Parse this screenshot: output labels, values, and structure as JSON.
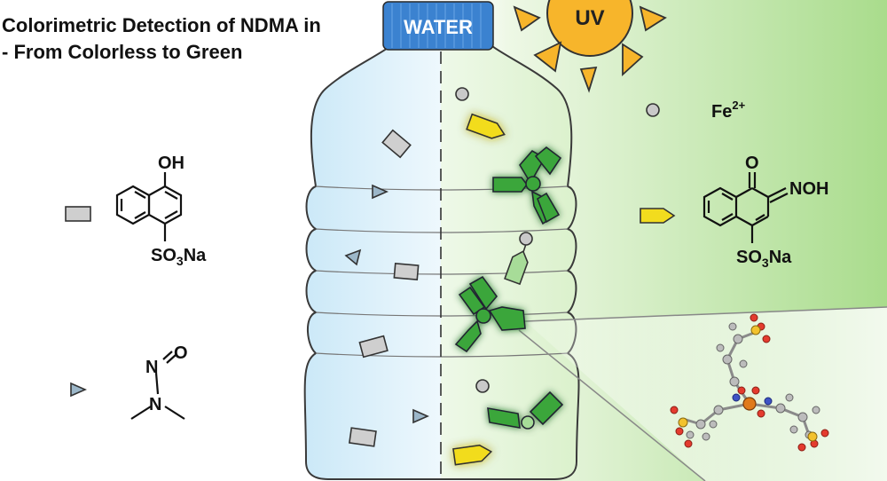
{
  "title": {
    "line1": "Colorimetric Detection of NDMA in",
    "line2": "- From Colorless to Green"
  },
  "bottle_cap_label": "WATER",
  "sun_label": "UV",
  "legend": {
    "iron": {
      "base": "Fe",
      "charge": "2+"
    },
    "naphthol_sulfonate": {
      "oh": "OH",
      "so3": "SO",
      "sub": "3",
      "na": "Na"
    },
    "oxime_product": {
      "o": "O",
      "noh": "NOH",
      "so3": "SO",
      "sub": "3",
      "na": "Na"
    },
    "ndma": {
      "o": "O",
      "n_top": "N",
      "n_bottom": "N"
    }
  },
  "colors": {
    "clear_water": "#d7eef9",
    "green_solution": "#b9e2a4",
    "green_complex": "#3aa63a",
    "yellow_product": "#f2dc1e",
    "gray_particle": "#cfcfcf",
    "ndma_marker": "#9cb7c9",
    "sun": "#f7b52b",
    "cap": "#3b82d0"
  },
  "icons": [
    "sun-icon",
    "bottle-icon",
    "rectangle-marker-icon",
    "triangle-marker-icon",
    "pentagon-arrow-icon",
    "circle-marker-icon",
    "complex-icon",
    "molecule-3d-icon"
  ]
}
